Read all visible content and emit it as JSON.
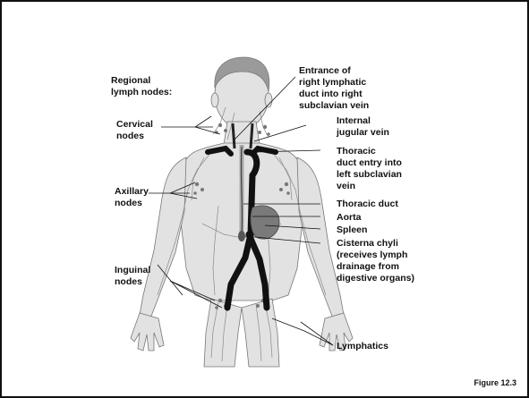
{
  "figure": {
    "caption": "Figure 12.3",
    "heading": [
      "Regional",
      "lymph nodes:"
    ],
    "left_labels": {
      "cervical": [
        "Cervical",
        "nodes"
      ],
      "axillary": [
        "Axillary",
        "nodes"
      ],
      "inguinal": [
        "Inguinal",
        "nodes"
      ]
    },
    "right_labels": {
      "right_lymphatic_duct": [
        "Entrance of",
        "right lymphatic",
        "duct into right",
        "subclavian vein"
      ],
      "internal_jugular": [
        "Internal",
        "jugular vein"
      ],
      "thoracic_duct_entry": [
        "Thoracic",
        "duct entry into",
        "left subclavian",
        "vein"
      ],
      "thoracic_duct": [
        "Thoracic duct"
      ],
      "aorta": [
        "Aorta"
      ],
      "spleen": [
        "Spleen"
      ],
      "cisterna_chyli": [
        "Cisterna chyli",
        "(receives lymph",
        "drainage from",
        "digestive organs)"
      ],
      "lymphatics": [
        "Lymphatics"
      ]
    }
  }
}
